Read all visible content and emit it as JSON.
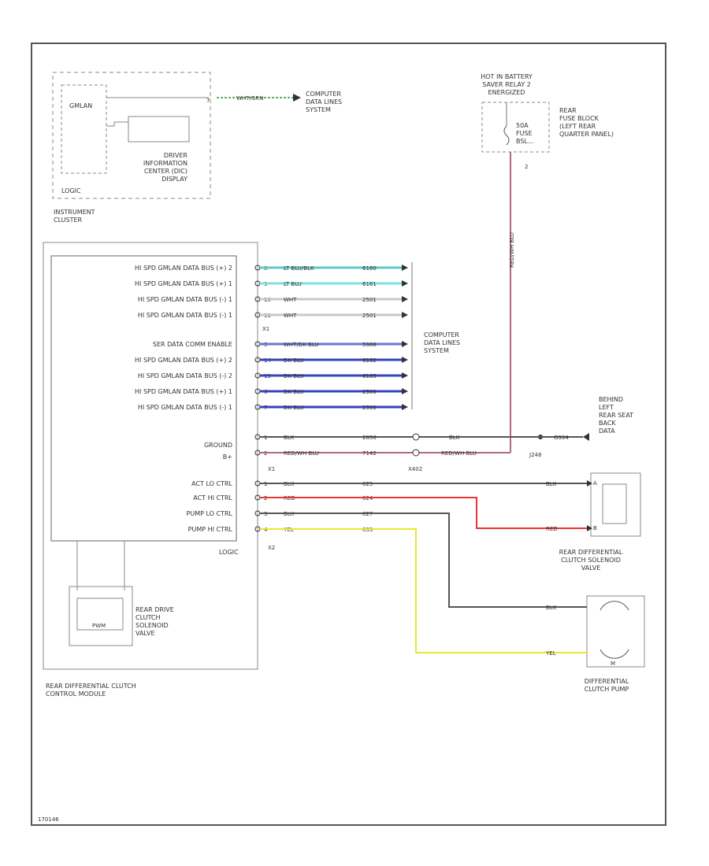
{
  "frame_code": "170146",
  "instrument_cluster": {
    "label": "INSTRUMENT\nCLUSTER",
    "gmlan": "GMLAN",
    "dic_display": "DRIVER\nINFORMATION\nCENTER (DIC)\nDISPLAY",
    "logic": "LOGIC",
    "pin": "7",
    "wire": "WHT/GRN",
    "dest": "COMPUTER\nDATA LINES\nSYSTEM"
  },
  "fuse_block": {
    "hot_label": "HOT IN BATTERY\nSAVER RELAY 2\nENERGIZED",
    "fuse": "50A\nFUSE\nBSL...",
    "block_label": "REAR\nFUSE BLOCK\n(LEFT REAR\nQUARTER PANEL)",
    "pin": "2",
    "wire": "RED/WH BLU"
  },
  "module": {
    "label": "REAR DIFFERENTIAL CLUTCH\nCONTROL MODULE",
    "pins": [
      {
        "label": "HI SPD GMLAN DATA BUS (+) 2",
        "pin": "8",
        "wire": "LT BLU/BLK",
        "circuit": "6160"
      },
      {
        "label": "HI SPD GMLAN DATA BUS (+) 1",
        "pin": "9",
        "wire": "LT BLU",
        "circuit": "6161"
      },
      {
        "label": "HI SPD GMLAN DATA BUS (-) 1",
        "pin": "10",
        "wire": "WHT",
        "circuit": "2501"
      },
      {
        "label": "HI SPD GMLAN DATA BUS (-) 1",
        "pin": "11",
        "wire": "WHT",
        "circuit": "2501"
      },
      {
        "label": "SER DATA COMM ENABLE",
        "pin": "5",
        "wire": "WHT/DK BLU",
        "circuit": "5988"
      },
      {
        "label": "HI SPD GMLAN DATA BUS (+) 2",
        "pin": "14",
        "wire": "DK BLU",
        "circuit": "6162"
      },
      {
        "label": "HI SPD GMLAN DATA BUS (-) 2",
        "pin": "13",
        "wire": "DK BLU",
        "circuit": "6163"
      },
      {
        "label": "HI SPD GMLAN DATA BUS (+) 1",
        "pin": "6",
        "wire": "DK BLU",
        "circuit": "2500"
      },
      {
        "label": "HI SPD GMLAN DATA BUS (-) 1",
        "pin": "7",
        "wire": "DK BLU",
        "circuit": "2500"
      }
    ],
    "pin_header": "X1",
    "data_dest": "COMPUTER\nDATA LINES\nSYSTEM",
    "ground": {
      "label": "GROUND",
      "pin": "1",
      "wire": "BLK",
      "circuit": "2850",
      "wire2": "BLK"
    },
    "bplus": {
      "label": "B+",
      "pin": "2",
      "wire": "RED/WH BLU",
      "circuit": "7142",
      "wire2": "RED/WH BLU"
    },
    "x1_label": "X1",
    "inline": "X402",
    "junction": "J248",
    "ground_point": "G304",
    "ground_point_label": "BEHIND\nLEFT\nREAR SEAT\nBACK\nDATA",
    "ctrl": [
      {
        "label": "ACT LO CTRL",
        "pin": "1",
        "wire": "BLK",
        "circuit": "825"
      },
      {
        "label": "ACT HI CTRL",
        "pin": "2",
        "wire": "RED",
        "circuit": "824"
      },
      {
        "label": "PUMP LO CTRL",
        "pin": "3",
        "wire": "BLK",
        "circuit": "827"
      },
      {
        "label": "PUMP HI CTRL",
        "pin": "4",
        "wire": "YEL",
        "circuit": "833"
      }
    ],
    "x2_label": "X2",
    "logic": "LOGIC",
    "inner_valve": "REAR DRIVE\nCLUTCH\nSOLENOID\nVALVE",
    "inner_valve_text": "PWM"
  },
  "solenoid": {
    "label": "REAR DIFFERENTIAL\nCLUTCH SOLENOID\nVALVE",
    "pin_a": "A",
    "pin_b": "B",
    "wire_a": "BLK",
    "wire_b": "RED"
  },
  "pump": {
    "label": "DIFFERENTIAL\nCLUTCH PUMP",
    "wire_a": "BLK",
    "wire_b": "YEL",
    "m": "M"
  },
  "colors": {
    "lt_blu_blk": "#5fc8c8",
    "lt_blu": "#7ee0e0",
    "wht": "#c8c8c8",
    "dk_blu": "#3344bb",
    "wht_dk_blu": "#6a78cc",
    "blk": "#555555",
    "red": "#ee3333",
    "red_wh": "#b06a7a",
    "yel": "#e8e830",
    "wht_grn": "#5fb05f"
  }
}
